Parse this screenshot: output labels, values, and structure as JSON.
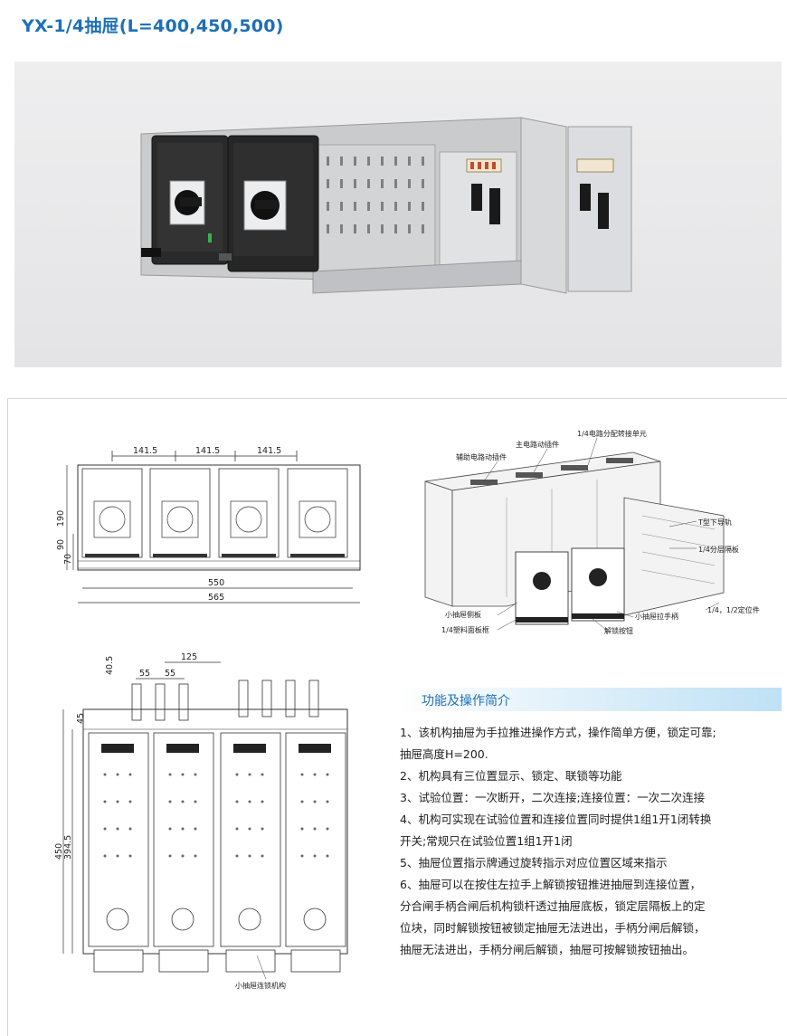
{
  "title": "YX-1/4抽屉(L=400,450,500)",
  "front_view": {
    "spacing_label": "141.5",
    "dim_190": "190",
    "dim_90": "90",
    "dim_70": "70",
    "dim_550": "550",
    "dim_565": "565"
  },
  "top_view": {
    "dim_125": "125",
    "dim_40_5": "40.5",
    "dim_55": "55",
    "dim_45": "45",
    "dim_450": "450",
    "dim_394_5": "394.5",
    "callout": "小抽屉连锁机构"
  },
  "iso_view": {
    "labels": {
      "aux_plug": "辅助电路动插件",
      "main_plug": "主电路动插件",
      "transfer_unit": "1/4电路分配转接单元",
      "t_rail": "T型下导轨",
      "partition": "1/4分层隔板",
      "side_plate": "小抽屉侧板",
      "face_frame": "1/4塑料面板框",
      "unlock_button": "解锁按钮",
      "handle": "小抽屉拉手柄",
      "position_pieces": "1/4，1/2定位件"
    }
  },
  "features": {
    "heading": "功能及操作简介",
    "lines": [
      "1、该机构抽屉为手拉推进操作方式，操作简单方便，锁定可靠;",
      "抽屉高度H=200.",
      "2、机构具有三位置显示、锁定、联锁等功能",
      "3、试验位置：一次断开，二次连接;连接位置：一次二次连接",
      "4、机构可实现在试验位置和连接位置同时提供1组1开1闭转换",
      "开关;常规只在试验位置1组1开1闭",
      "5、抽屉位置指示牌通过旋转指示对应位置区域来指示",
      "6、抽屉可以在按住左拉手上解锁按钮推进抽屉到连接位置，",
      "分合闸手柄合闸后机构锁杆透过抽屉底板，锁定层隔板上的定",
      "位块，同时解锁按钮被锁定抽屉无法进出，手柄分闸后解锁，",
      "抽屉无法进出，手柄分闸后解锁，抽屉可按解锁按钮抽出。"
    ]
  }
}
